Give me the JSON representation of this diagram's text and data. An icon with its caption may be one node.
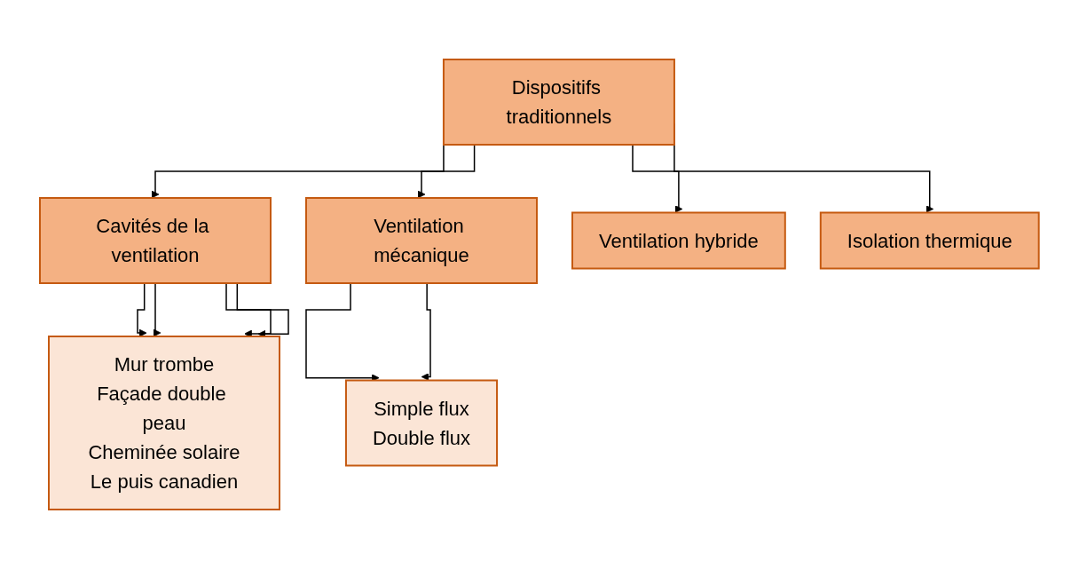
{
  "diagram": {
    "nodes": [
      {
        "text": [
          "Dispositifs traditionnels"
        ]
      },
      {
        "text": [
          "Cavités de la ventilation"
        ]
      },
      {
        "text": [
          "Ventilation mécanique"
        ]
      },
      {
        "text": [
          "Ventilation hybride"
        ]
      },
      {
        "text": [
          "Isolation thermique"
        ]
      },
      {
        "text": [
          "Mur trombe",
          "Façade double peau",
          "Cheminée solaire",
          "Le puis canadien"
        ]
      },
      {
        "text": [
          "Simple flux",
          "Double flux"
        ]
      }
    ],
    "edges": [
      {
        "from": 0,
        "to": 1,
        "arrow": "to"
      },
      {
        "from": 0,
        "to": 2,
        "arrow": "to"
      },
      {
        "from": 0,
        "to": 3,
        "arrow": "to"
      },
      {
        "from": 0,
        "to": 4,
        "arrow": "to"
      },
      {
        "from": 1,
        "to": 5,
        "arrow": "to"
      },
      {
        "from": 1,
        "to": 5,
        "arrow": "to"
      },
      {
        "from": 1,
        "to": 5,
        "arrow": "to"
      },
      {
        "from": 1,
        "to": 5,
        "arrow": "to"
      },
      {
        "from": 2,
        "to": 6,
        "arrow": "to"
      },
      {
        "from": 2,
        "to": 6,
        "arrow": "to"
      }
    ]
  }
}
